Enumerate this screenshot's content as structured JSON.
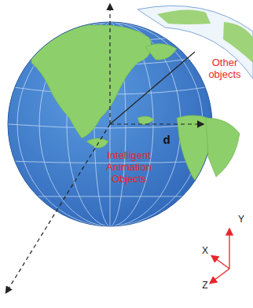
{
  "diagram": {
    "labels": [
      "Other objects",
      "d",
      "Intelligent Animation Objects",
      "Y",
      "X",
      "Z"
    ]
  }
}
